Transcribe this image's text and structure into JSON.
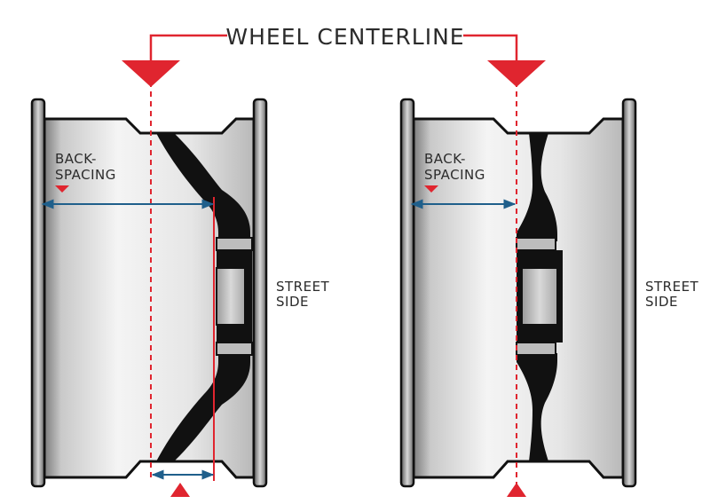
{
  "diagram": {
    "title": "WHEEL CENTERLINE",
    "colors": {
      "accent": "#e0252f",
      "dimension": "#1f5f8b",
      "metal_edge": "#8a8a8a",
      "black": "#111111"
    },
    "left_wheel": {
      "backspacing_label_line1": "BACK-",
      "backspacing_label_line2": "SPACING",
      "side_label_line1": "STREET",
      "side_label_line2": "SIDE"
    },
    "right_wheel": {
      "backspacing_label_line1": "BACK-",
      "backspacing_label_line2": "SPACING",
      "side_label_line1": "STREET",
      "side_label_line2": "SIDE"
    }
  }
}
